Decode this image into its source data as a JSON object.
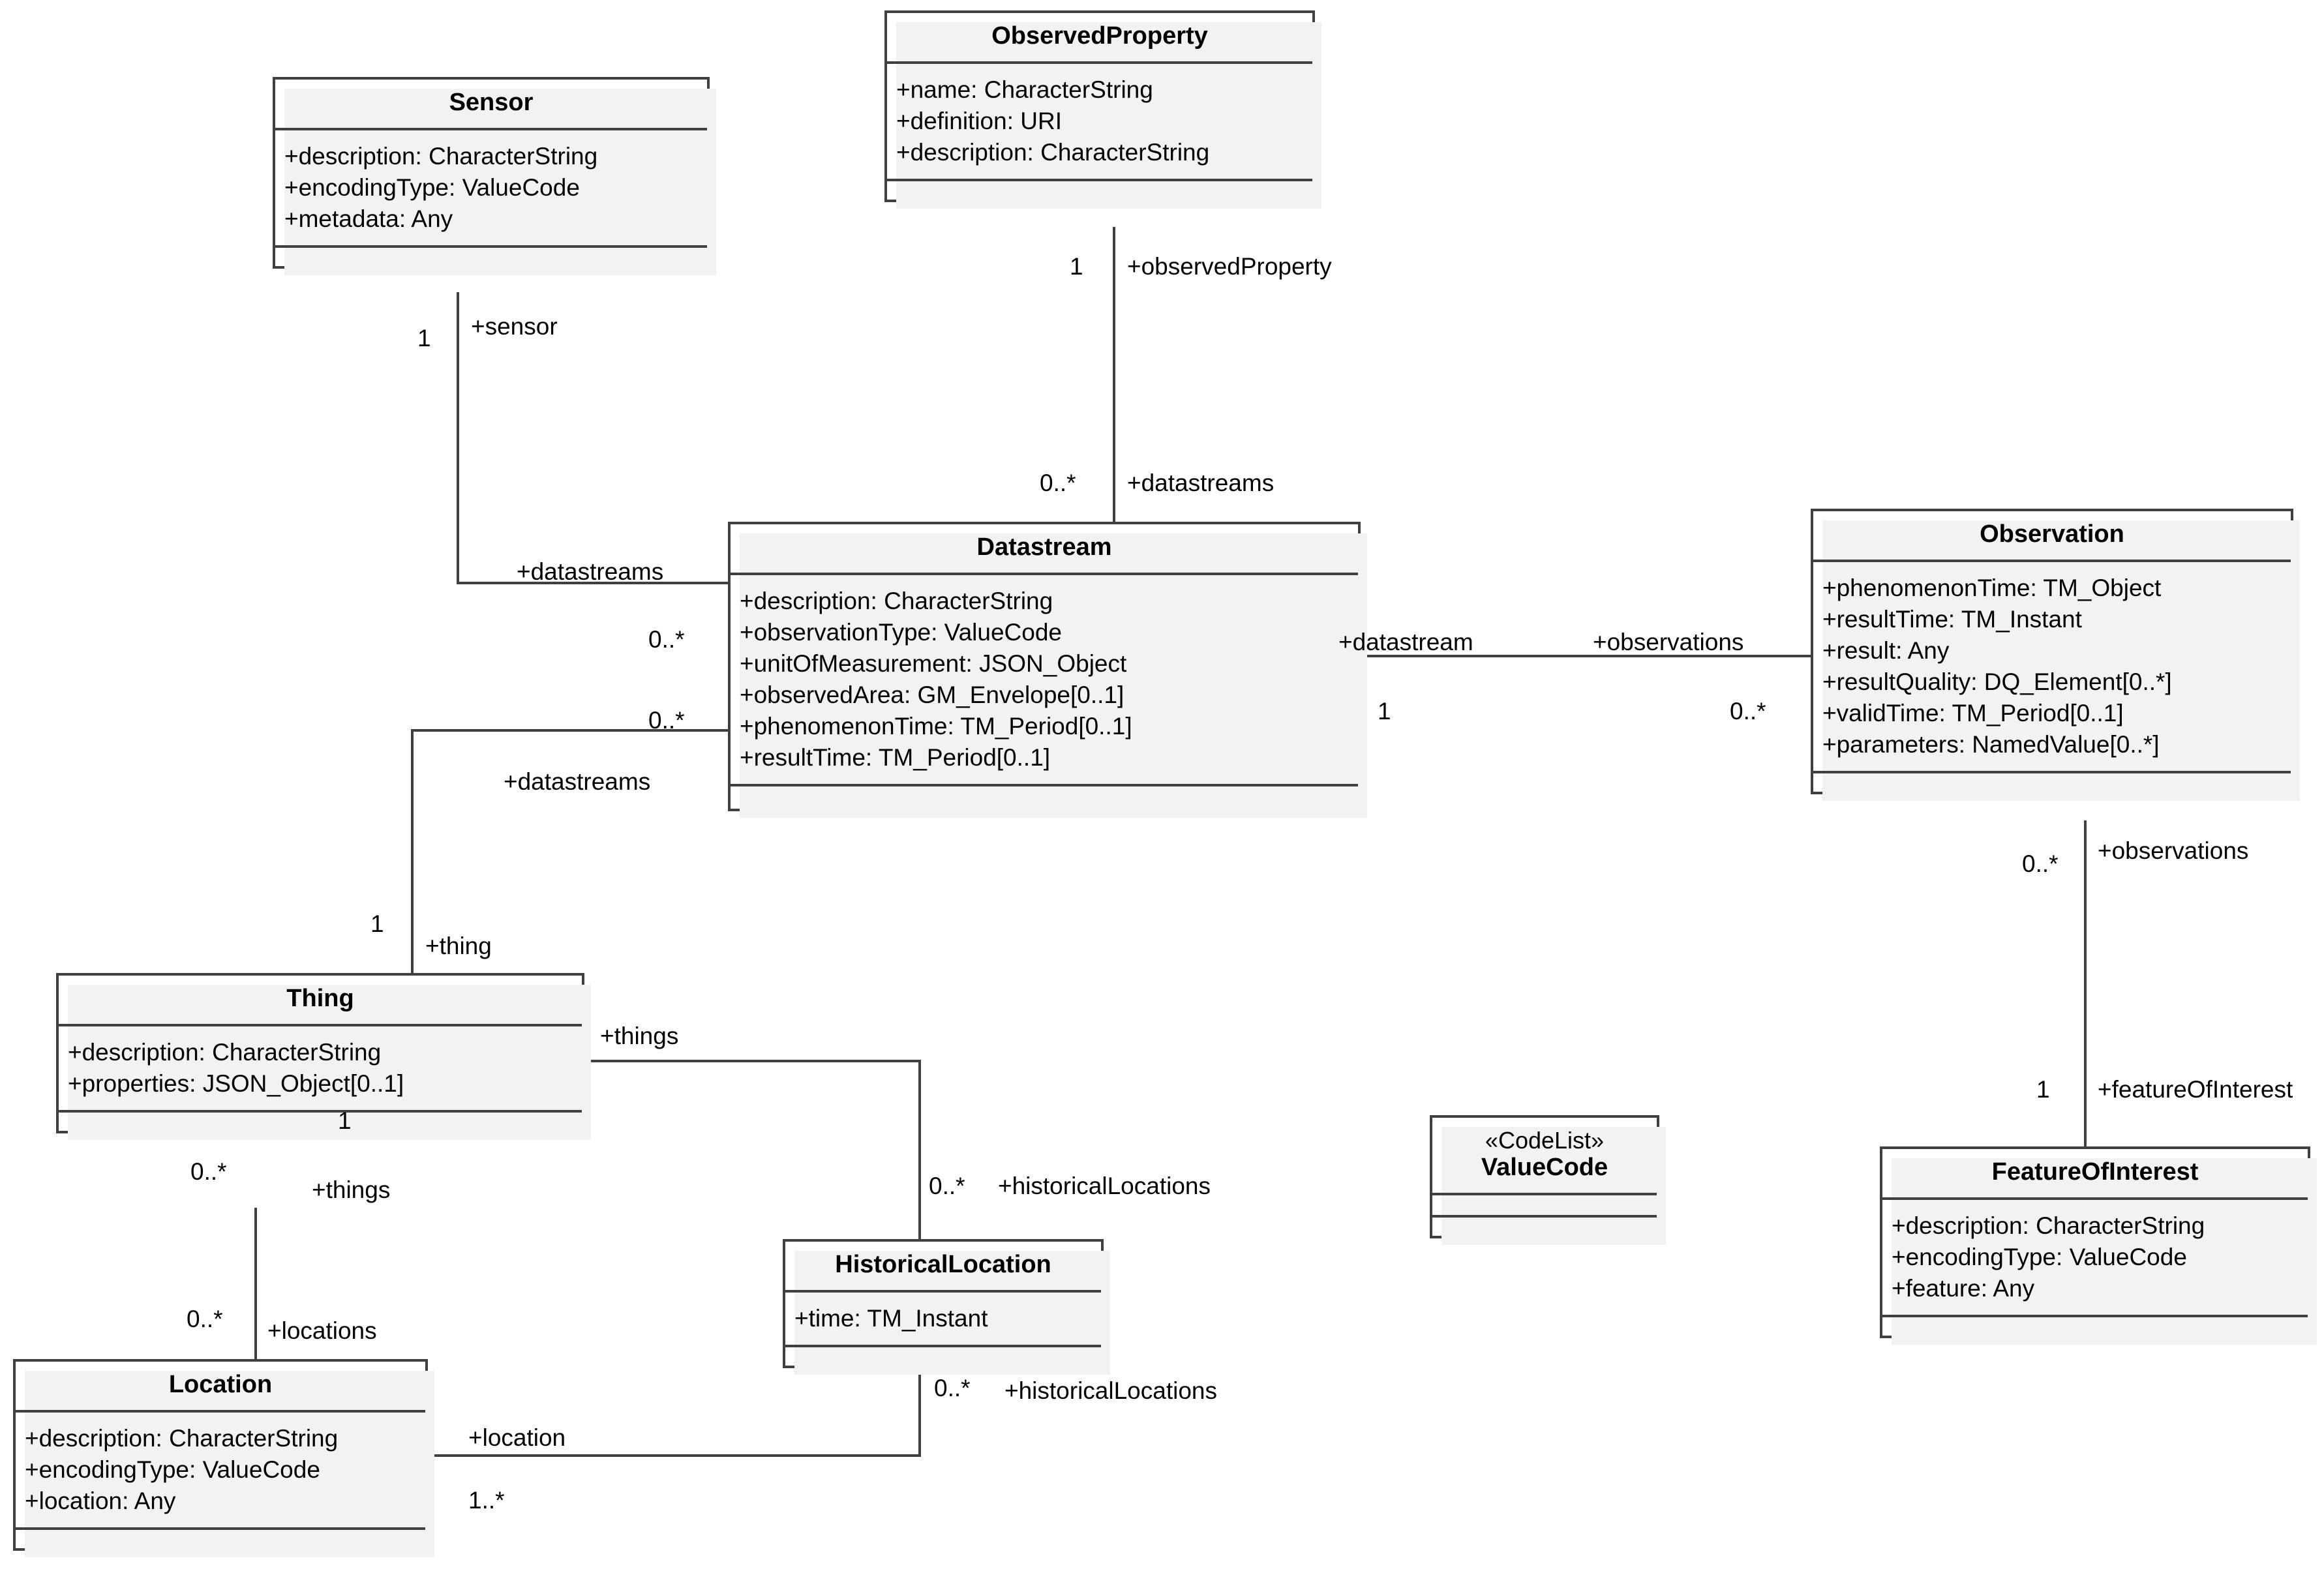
{
  "diagram": {
    "title": "OGC SensorThings API UML class diagram",
    "type": "uml-class-diagram",
    "colors": {
      "line": "#404040",
      "box_fill": "#ffffff",
      "shadow": "#f2f2f2",
      "text": "#000000"
    }
  },
  "classes": {
    "sensor": {
      "name": "Sensor",
      "attributes": [
        "+description: CharacterString",
        "+encodingType: ValueCode",
        "+metadata: Any"
      ]
    },
    "observed_property": {
      "name": "ObservedProperty",
      "attributes": [
        "+name: CharacterString",
        "+definition: URI",
        "+description: CharacterString"
      ]
    },
    "datastream": {
      "name": "Datastream",
      "attributes": [
        "+description: CharacterString",
        "+observationType: ValueCode",
        "+unitOfMeasurement: JSON_Object",
        "+observedArea: GM_Envelope[0..1]",
        "+phenomenonTime: TM_Period[0..1]",
        "+resultTime: TM_Period[0..1]"
      ]
    },
    "observation": {
      "name": "Observation",
      "attributes": [
        "+phenomenonTime: TM_Object",
        "+resultTime: TM_Instant",
        "+result: Any",
        "+resultQuality: DQ_Element[0..*]",
        "+validTime: TM_Period[0..1]",
        "+parameters: NamedValue[0..*]"
      ]
    },
    "thing": {
      "name": "Thing",
      "attributes": [
        "+description: CharacterString",
        "+properties: JSON_Object[0..1]"
      ]
    },
    "historical_location": {
      "name": "HistoricalLocation",
      "attributes": [
        "+time: TM_Instant"
      ]
    },
    "location": {
      "name": "Location",
      "attributes": [
        "+description: CharacterString",
        "+encodingType: ValueCode",
        "+location: Any"
      ]
    },
    "value_code": {
      "stereotype": "«CodeList»",
      "name": "ValueCode",
      "attributes": []
    },
    "feature_of_interest": {
      "name": "FeatureOfInterest",
      "attributes": [
        "+description: CharacterString",
        "+encodingType: ValueCode",
        "+feature: Any"
      ]
    }
  },
  "associations": [
    {
      "id": "sensor-datastream",
      "from": "Sensor",
      "to": "Datastream",
      "from_role": "+sensor",
      "from_mult": "1",
      "to_role": "+datastreams",
      "to_mult": "0..*"
    },
    {
      "id": "observedproperty-datastream",
      "from": "ObservedProperty",
      "to": "Datastream",
      "from_role": "+observedProperty",
      "from_mult": "1",
      "to_role": "+datastreams",
      "to_mult": "0..*"
    },
    {
      "id": "datastream-observation",
      "from": "Datastream",
      "to": "Observation",
      "from_role": "+datastream",
      "from_mult": "1",
      "to_role": "+observations",
      "to_mult": "0..*"
    },
    {
      "id": "thing-datastream",
      "from": "Thing",
      "to": "Datastream",
      "from_role": "+thing",
      "from_mult": "1",
      "to_role": "+datastreams",
      "to_mult": "0..*"
    },
    {
      "id": "thing-historicallocation",
      "from": "Thing",
      "to": "HistoricalLocation",
      "from_role": "+things",
      "from_mult": "1",
      "to_role": "+historicalLocations",
      "to_mult": "0..*"
    },
    {
      "id": "thing-location",
      "from": "Thing",
      "to": "Location",
      "from_role": "+things",
      "from_mult": "0..*",
      "to_role": "+locations",
      "to_mult": "0..*"
    },
    {
      "id": "location-historicallocation",
      "from": "Location",
      "to": "HistoricalLocation",
      "from_role": "+location",
      "from_mult": "1..*",
      "to_role": "+historicalLocations",
      "to_mult": "0..*"
    },
    {
      "id": "observation-featureofinterest",
      "from": "Observation",
      "to": "FeatureOfInterest",
      "from_role": "+observations",
      "from_mult": "0..*",
      "to_role": "+featureOfInterest",
      "to_mult": "1"
    }
  ],
  "labels": {
    "sensor_role": "+sensor",
    "sensor_mult": "1",
    "sensor_datastreams_role": "+datastreams",
    "sensor_datastreams_mult": "0..*",
    "observedproperty_role": "+observedProperty",
    "observedproperty_mult": "1",
    "op_datastreams_role": "+datastreams",
    "op_datastreams_mult": "0..*",
    "datastream_role": "+datastream",
    "datastream_mult": "1",
    "observations_role": "+observations",
    "observations_mult": "0..*",
    "thing_role": "+thing",
    "thing_mult": "1",
    "thing_datastreams_role": "+datastreams",
    "thing_datastreams_mult": "0..*",
    "things_role_hl": "+things",
    "things_mult_hl": "1",
    "historicallocations_role_thing": "+historicalLocations",
    "historicallocations_mult_thing": "0..*",
    "things_role_loc": "+things",
    "things_mult_loc": "0..*",
    "locations_role": "+locations",
    "locations_mult": "0..*",
    "location_role": "+location",
    "location_mult": "1..*",
    "historicallocations_role_loc": "+historicalLocations",
    "historicallocations_mult_loc": "0..*",
    "obs_observations_role": "+observations",
    "obs_observations_mult": "0..*",
    "featureofinterest_role": "+featureOfInterest",
    "featureofinterest_mult": "1"
  }
}
